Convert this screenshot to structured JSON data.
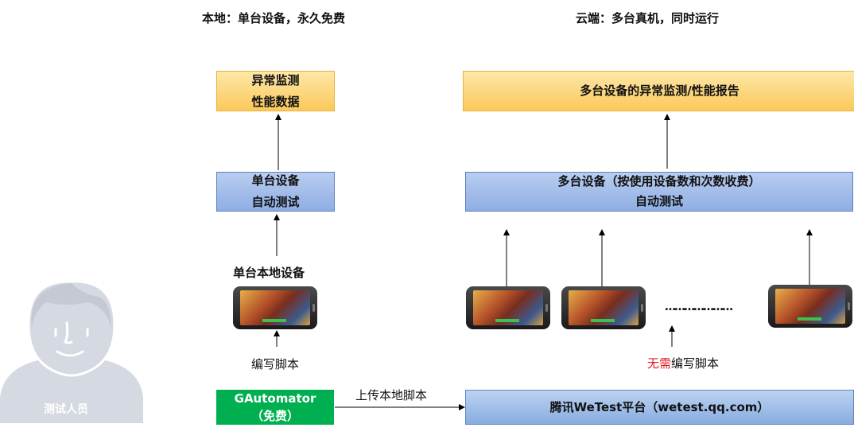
{
  "headings": {
    "local": "本地：单台设备，永久免费",
    "cloud": "云端：多台真机，同时运行"
  },
  "local": {
    "report_line1": "异常监测",
    "report_line2": "性能数据",
    "test_line1": "单台设备",
    "test_line2": "自动测试",
    "device_label": "单台本地设备",
    "write_script": "编写脚本",
    "tool_line1": "GAutomator",
    "tool_line2": "（免费）"
  },
  "cloud": {
    "report": "多台设备的异常监测/性能报告",
    "test_line1": "多台设备（按使用设备数和次数收费）",
    "test_line2": "自动测试",
    "ellipsis": "…………………",
    "no_need": "无需",
    "write_script": "编写脚本",
    "platform": "腾讯WeTest平台（wetest.qq.com）"
  },
  "upload_label": "上传本地脚本",
  "person_label": "测试人员",
  "colors": {
    "report_fill": "#fbc95a",
    "test_fill": "#8eaee4",
    "tool_fill": "#00b050",
    "highlight_red": "#e0191e",
    "person_fill": "#d5d9e2"
  }
}
